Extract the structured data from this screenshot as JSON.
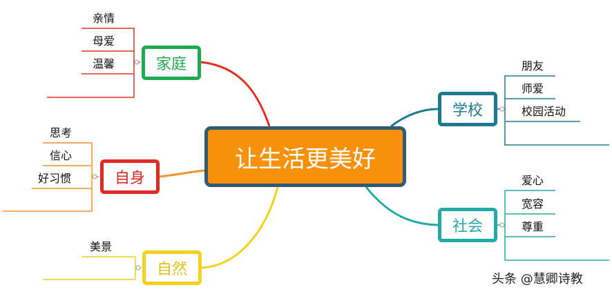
{
  "center": {
    "label": "让生活更美好"
  },
  "branches": {
    "jiating": {
      "label": "家庭",
      "color": "#1faa50",
      "link_color": "#e03020",
      "items": [
        "亲情",
        "母爱",
        "温馨"
      ]
    },
    "zishen": {
      "label": "自身",
      "color": "#e02a20",
      "link_color": "#f0922c",
      "items": [
        "思考",
        "信心",
        "好习惯"
      ]
    },
    "ziran": {
      "label": "自然",
      "color": "#f2d21c",
      "link_color": "#f2d21c",
      "items": [
        "美景"
      ]
    },
    "xuexiao": {
      "label": "学校",
      "color": "#1b7a92",
      "link_color": "#1b7a92",
      "items": [
        "朋友",
        "师爱",
        "校园活动"
      ]
    },
    "shehui": {
      "label": "社会",
      "color": "#23aaa6",
      "link_color": "#23aaa6",
      "items": [
        "爱心",
        "宽容",
        "尊重"
      ]
    }
  },
  "watermark": "头条 @慧卿诗教"
}
